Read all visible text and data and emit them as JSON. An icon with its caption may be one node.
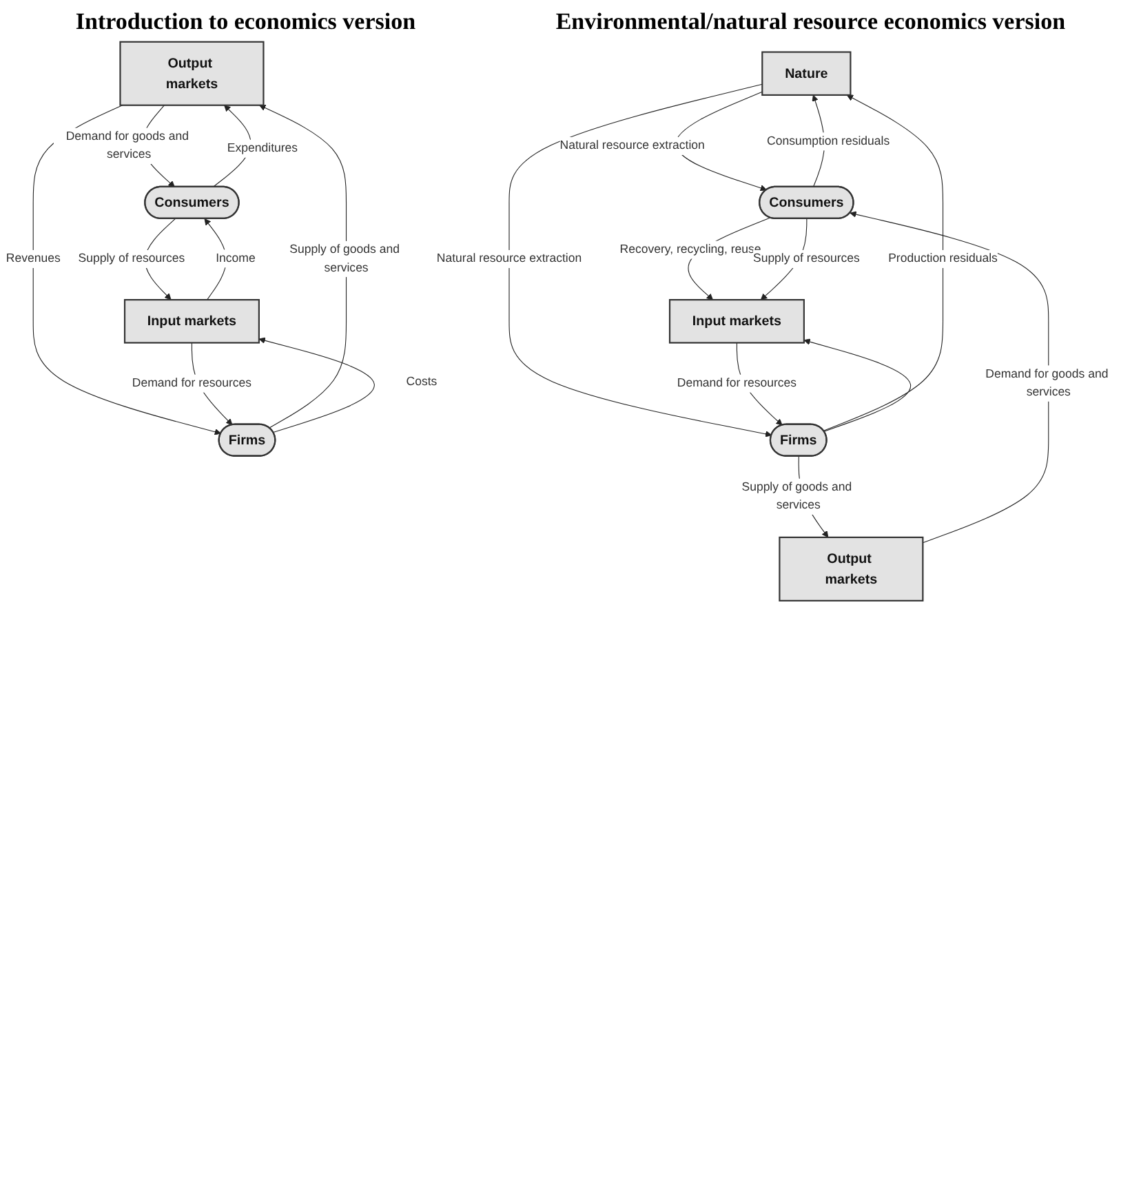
{
  "diagram": {
    "nodes": [
      {
        "text": [
          "Output markets"
        ]
      },
      {
        "text": [
          "Consumers"
        ]
      },
      {
        "text": [
          "Firms"
        ]
      },
      {
        "text": [
          "Input markets"
        ]
      },
      {
        "text": [
          "Nature"
        ]
      },
      {
        "text": [
          "Output markets"
        ]
      },
      {
        "text": [
          "Consumers"
        ]
      },
      {
        "text": [
          "Firms"
        ]
      },
      {
        "text": [
          "Input markets"
        ]
      }
    ],
    "edges": [
      {
        "from": 1,
        "to": 0,
        "arrow": "to",
        "label": "Expenditures"
      },
      {
        "from": 0,
        "to": 1,
        "arrow": "to",
        "label": "Demand for goods and services"
      },
      {
        "from": 0,
        "to": 2,
        "arrow": "to",
        "label": "Revenues"
      },
      {
        "from": 2,
        "to": 0,
        "arrow": "to",
        "label": "Supply of goods and services"
      },
      {
        "from": 1,
        "to": 3,
        "arrow": "to",
        "label": "Supply of resources"
      },
      {
        "from": 3,
        "to": 1,
        "arrow": "to",
        "label": "Income"
      },
      {
        "from": 3,
        "to": 2,
        "arrow": "to",
        "label": "Demand for resources"
      },
      {
        "from": 2,
        "to": 3,
        "arrow": "to",
        "label": "Costs"
      },
      {
        "from": 4,
        "to": 6,
        "arrow": "to",
        "label": "Natural resource extraction"
      },
      {
        "from": 6,
        "to": 4,
        "arrow": "to",
        "label": "Consumption residuals"
      },
      {
        "from": 4,
        "to": 7,
        "arrow": "to",
        "label": "Natural resource extraction"
      },
      {
        "from": 7,
        "to": 4,
        "arrow": "to",
        "label": "Production residuals"
      },
      {
        "from": 5,
        "to": 6,
        "arrow": "to",
        "label": "Demand for goods and services"
      },
      {
        "from": 7,
        "to": 5,
        "arrow": "to",
        "label": "Supply of goods and services"
      },
      {
        "from": 6,
        "to": 8,
        "arrow": "to",
        "label": "Recovery, recycling, reuse"
      },
      {
        "from": 7,
        "to": 8,
        "arrow": "to"
      },
      {
        "from": 6,
        "to": 8,
        "arrow": "to",
        "label": "Supply of resources"
      },
      {
        "from": 8,
        "to": 7,
        "arrow": "to",
        "label": "Demand for resources"
      }
    ],
    "labels": [
      "Introduction to economics version",
      "Environmental/natural resource economics version"
    ]
  }
}
